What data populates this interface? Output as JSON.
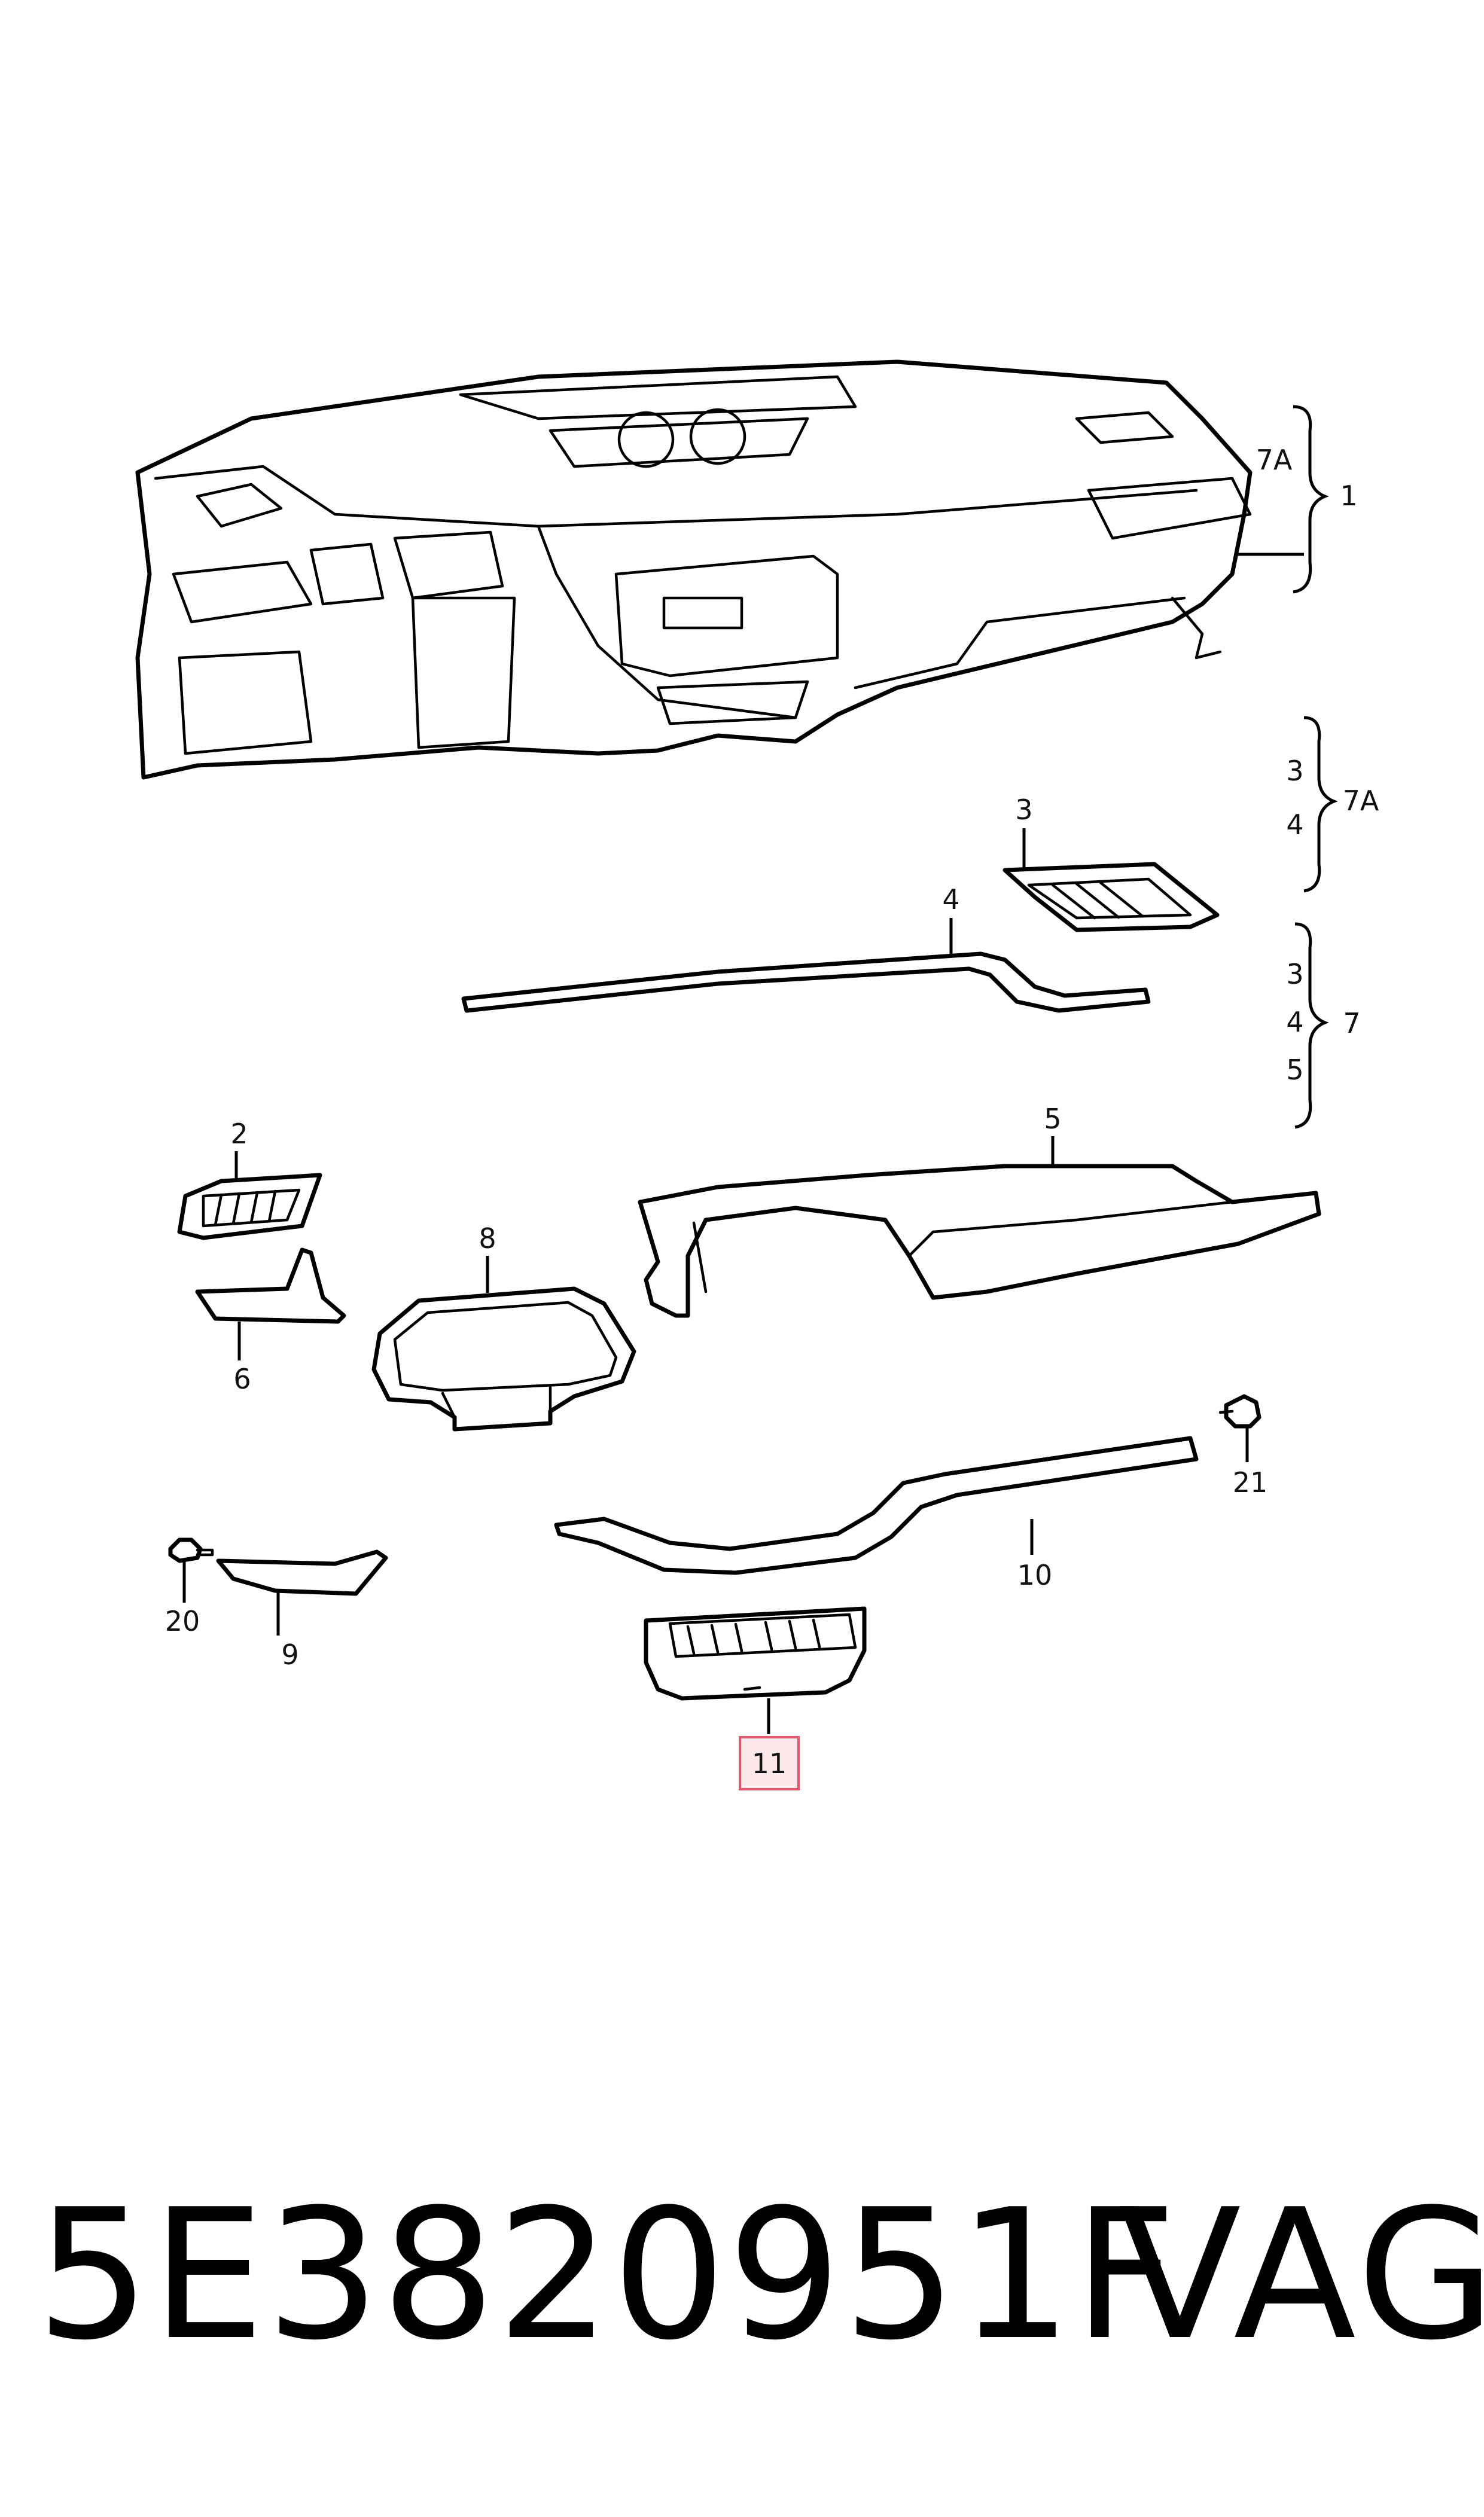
{
  "callouts": {
    "c1": "1",
    "c7A_top": "7A",
    "c3_group": "3",
    "c4_group": "4",
    "c7A_mid": "7A",
    "c3_part": "3",
    "c4_part": "4",
    "c3_group7": "3",
    "c4_group7": "4",
    "c5_group7": "5",
    "c7": "7",
    "c2": "2",
    "c5_part": "5",
    "c8": "8",
    "c6": "6",
    "c21": "21",
    "c10": "10",
    "c20": "20",
    "c9": "9",
    "c11": "11"
  },
  "highlighted_part": "11",
  "colors": {
    "highlight_fill": "#fde8ec",
    "highlight_border": "#e0566b",
    "line": "#000000"
  },
  "footer": {
    "part_number": "5E3820951F",
    "brand": "VAG"
  }
}
